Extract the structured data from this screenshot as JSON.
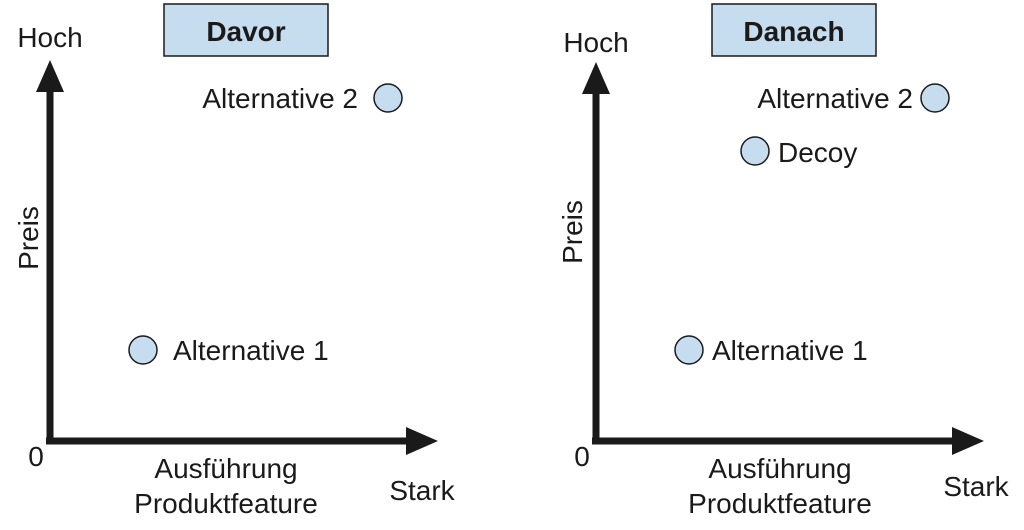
{
  "panels": [
    {
      "title": "Davor",
      "y_high_label": "Hoch",
      "y_axis_label": "Preis",
      "origin_label": "0",
      "x_axis_label_line1": "Ausführung",
      "x_axis_label_line2": "Produktfeature",
      "x_high_label": "Stark",
      "points": [
        {
          "label": "Alternative 2",
          "label_side": "left"
        },
        {
          "label": "Alternative 1",
          "label_side": "right"
        }
      ]
    },
    {
      "title": "Danach",
      "y_high_label": "Hoch",
      "y_axis_label": "Preis",
      "origin_label": "0",
      "x_axis_label_line1": "Ausführung",
      "x_axis_label_line2": "Produktfeature",
      "x_high_label": "Stark",
      "points": [
        {
          "label": "Alternative 2",
          "label_side": "left"
        },
        {
          "label": "Decoy",
          "label_side": "right"
        },
        {
          "label": "Alternative 1",
          "label_side": "right"
        }
      ]
    }
  ],
  "colors": {
    "title_box_fill": "#c6dcef",
    "point_fill": "#c6dcef",
    "stroke": "#1a1a1a"
  }
}
